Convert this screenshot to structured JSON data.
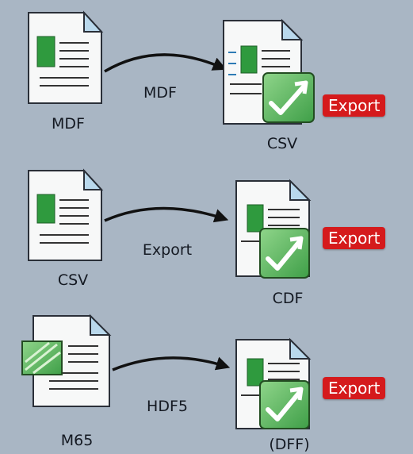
{
  "colors": {
    "background": "#a9b6c4",
    "doc_paper": "#f7f8f8",
    "doc_fold": "#b9d8ec",
    "doc_outline": "#2a2f38",
    "green_block": "#2f9a3e",
    "green_tile": "#5fbb5f",
    "export_badge": "#d51a1c",
    "arrow": "#111111"
  },
  "icons": {
    "document": "document-icon",
    "csv_check": "check-export-icon",
    "arrow": "arrow-icon"
  },
  "rows": [
    {
      "source_label": "MDF",
      "arrow_label": "MDF",
      "target_label": "CSV",
      "badge": "Export"
    },
    {
      "source_label": "CSV",
      "arrow_label": "Export",
      "target_label": "CDF",
      "badge": "Export"
    },
    {
      "source_label": "M65",
      "arrow_label": "HDF5",
      "target_label": "(DFF)",
      "badge": "Export"
    }
  ]
}
